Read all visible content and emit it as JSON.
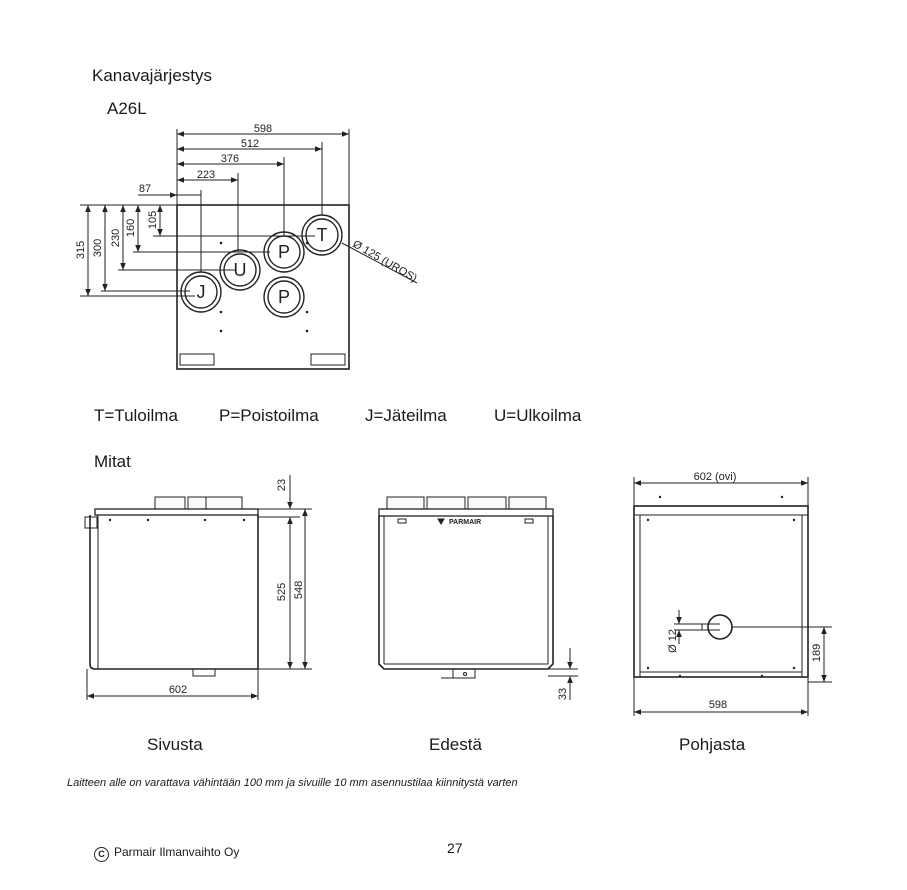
{
  "section_title": "Kanavajärjestys",
  "model": "A26L",
  "top_view": {
    "widths": [
      "598",
      "512",
      "376",
      "223",
      "87"
    ],
    "heights": [
      "315",
      "300",
      "230",
      "160",
      "105"
    ],
    "diameter": "Ø 125 (UROS)",
    "ports": [
      "T",
      "P",
      "U",
      "J",
      "P"
    ]
  },
  "legend": [
    "T=Tuloilma",
    "P=Poistoilma",
    "J=Jäteilma",
    "U=Ulkoilma"
  ],
  "dims_title": "Mitat",
  "side_view": {
    "d23": "23",
    "d525": "525",
    "d548": "548",
    "d602": "602"
  },
  "front_view": {
    "d33": "33",
    "brand": "PARMAIR"
  },
  "bottom_view": {
    "d602ovi": "602 (ovi)",
    "d12": "Ø 12",
    "d189": "189",
    "d598": "598"
  },
  "views": [
    "Sivusta",
    "Edestä",
    "Pohjasta"
  ],
  "note": "Laitteen alle on varattava vähintään 100 mm ja sivuille 10 mm asennustilaa kiinnitystä varten",
  "footer": {
    "company": "Parmair Ilmanvaihto Oy",
    "copyright_symbol": "C"
  },
  "page_number": "27"
}
